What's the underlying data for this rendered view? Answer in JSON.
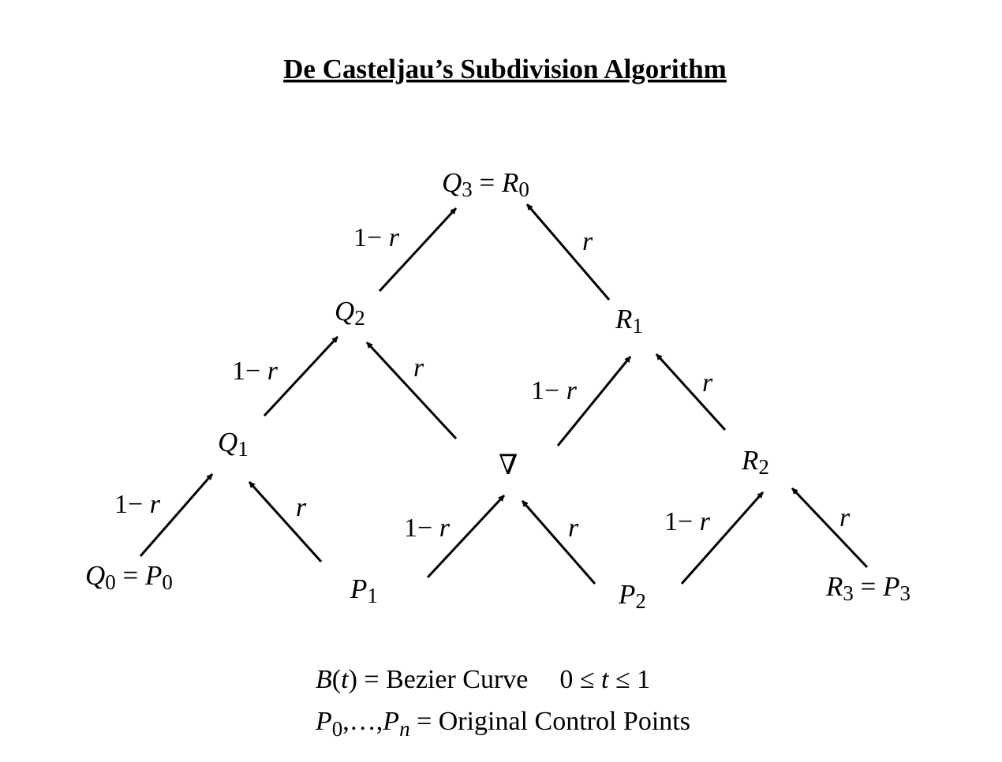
{
  "title": "De Casteljau’s Subdivision Algorithm",
  "nodes": {
    "q0p0": {
      "a": "Q",
      "as": "0",
      "eq": " = ",
      "b": "P",
      "bs": "0"
    },
    "p1": {
      "a": "P",
      "as": "1"
    },
    "p2": {
      "a": "P",
      "as": "2"
    },
    "r3p3": {
      "a": "R",
      "as": "3",
      "eq": " = ",
      "b": "P",
      "bs": "3"
    },
    "q1": {
      "a": "Q",
      "as": "1"
    },
    "nabla": {
      "sym": "∇"
    },
    "r2": {
      "a": "R",
      "as": "2"
    },
    "q2": {
      "a": "Q",
      "as": "2"
    },
    "r1": {
      "a": "R",
      "as": "1"
    },
    "q3r0": {
      "a": "Q",
      "as": "3",
      "eq": " = ",
      "b": "R",
      "bs": "0"
    }
  },
  "weights": {
    "left": {
      "one": "1",
      "minus": "− ",
      "r": "r"
    },
    "right": "r"
  },
  "caption": {
    "line1": {
      "b": "B",
      "open": "(",
      "t": "t",
      "close": ")",
      "eq": " = Bezier Curve",
      "range_a": "0 ≤ ",
      "range_t": "t",
      "range_b": " ≤ 1"
    },
    "line2": {
      "p0": "P",
      "p0s": "0",
      "ellipsis": ",…,",
      "pn": "P",
      "pns": "n",
      "eq": " = Original Control Points"
    }
  },
  "colors": {
    "ink": "#000000",
    "background": "#ffffff"
  }
}
